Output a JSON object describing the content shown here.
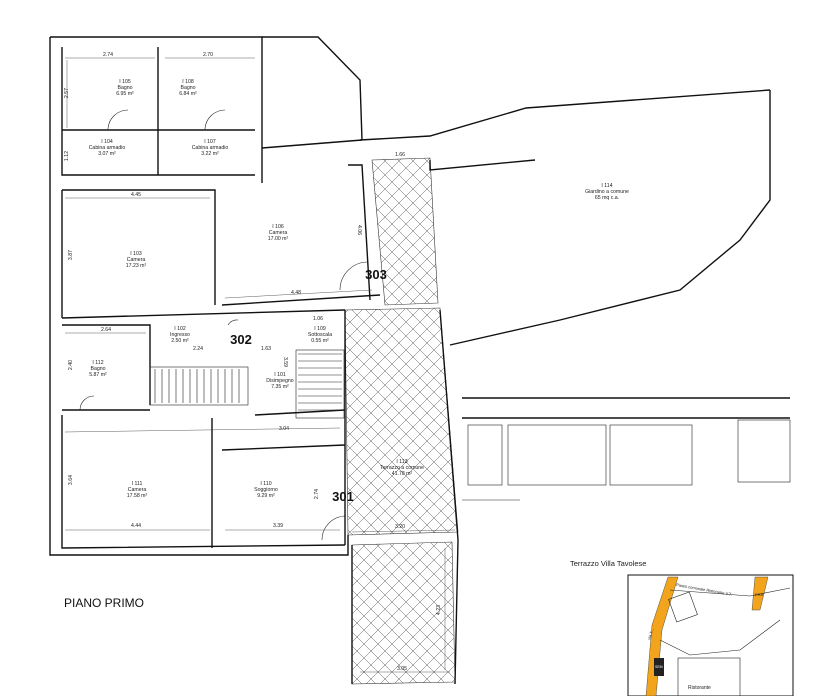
{
  "title": "PIANO PRIMO",
  "inset_caption": "Terrazzo Villa Tavolese",
  "units": [
    {
      "id": "301",
      "label": "301"
    },
    {
      "id": "302",
      "label": "302"
    },
    {
      "id": "303",
      "label": "303"
    }
  ],
  "rooms": [
    {
      "code": "I 105",
      "name": "Bagno",
      "area": "6.95 m²"
    },
    {
      "code": "I 108",
      "name": "Bagno",
      "area": "6.84 m²"
    },
    {
      "code": "I 104",
      "name": "Cabina armadio",
      "area": "3.07 m²"
    },
    {
      "code": "I 107",
      "name": "Cabina armadio",
      "area": "3.22 m²"
    },
    {
      "code": "I 103",
      "name": "Camera",
      "area": "17.23 m²"
    },
    {
      "code": "I 106",
      "name": "Camera",
      "area": "17.00 m²"
    },
    {
      "code": "I 102",
      "name": "Ingresso",
      "area": "2.50 m²"
    },
    {
      "code": "I 109",
      "name": "Sottoscala",
      "area": "0.55 m²"
    },
    {
      "code": "I 112",
      "name": "Bagno",
      "area": "5.87 m²"
    },
    {
      "code": "I 101",
      "name": "Disimpegno",
      "area": "7.35 m²"
    },
    {
      "code": "I 111",
      "name": "Camera",
      "area": "17.58 m²"
    },
    {
      "code": "I 110",
      "name": "Soggiorno",
      "area": "9.29 m²"
    },
    {
      "code": "I 113",
      "name": "Terrazzo a comune",
      "area": "41.78 m²"
    },
    {
      "code": "I 114",
      "name": "Giardino a comune",
      "area": "65 mq c.a."
    }
  ],
  "dimensions": [
    "2.74",
    "2.70",
    "2.57",
    "1.12",
    "4.45",
    "3.87",
    "4.48",
    "1.66",
    "4.06",
    "2.64",
    "2.24",
    "1.63",
    "1.06",
    "2.40",
    "3.59",
    "3.04",
    "3.64",
    "2.74",
    "4.44",
    "3.39",
    "3.20",
    "4.23",
    "3.05"
  ],
  "inset_labels": {
    "street": "Passo comunale Ristorante V.T.",
    "side": "via T...",
    "building": "Ristorante",
    "box": "SEM",
    "tag": "ERA"
  }
}
